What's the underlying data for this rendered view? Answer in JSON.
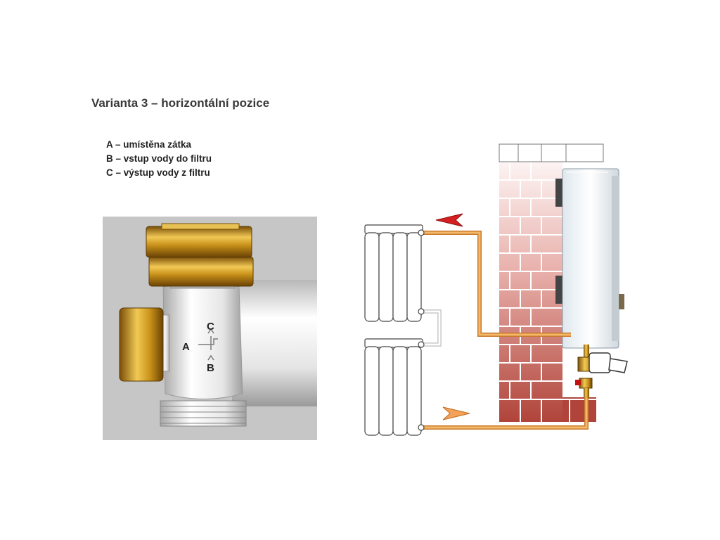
{
  "title": "Varianta 3 – horizontální pozice",
  "legend": [
    "A – umístěna zátka",
    "B – vstup vody do filtru",
    "C – výstup vody z filtru"
  ],
  "valve_labels": {
    "a": "A",
    "b": "B",
    "c": "C"
  },
  "colors": {
    "pipe_hot": "#e8952f",
    "arrow_red": "#d62020",
    "brass": "#c9921a",
    "brick": "#b0443a"
  }
}
